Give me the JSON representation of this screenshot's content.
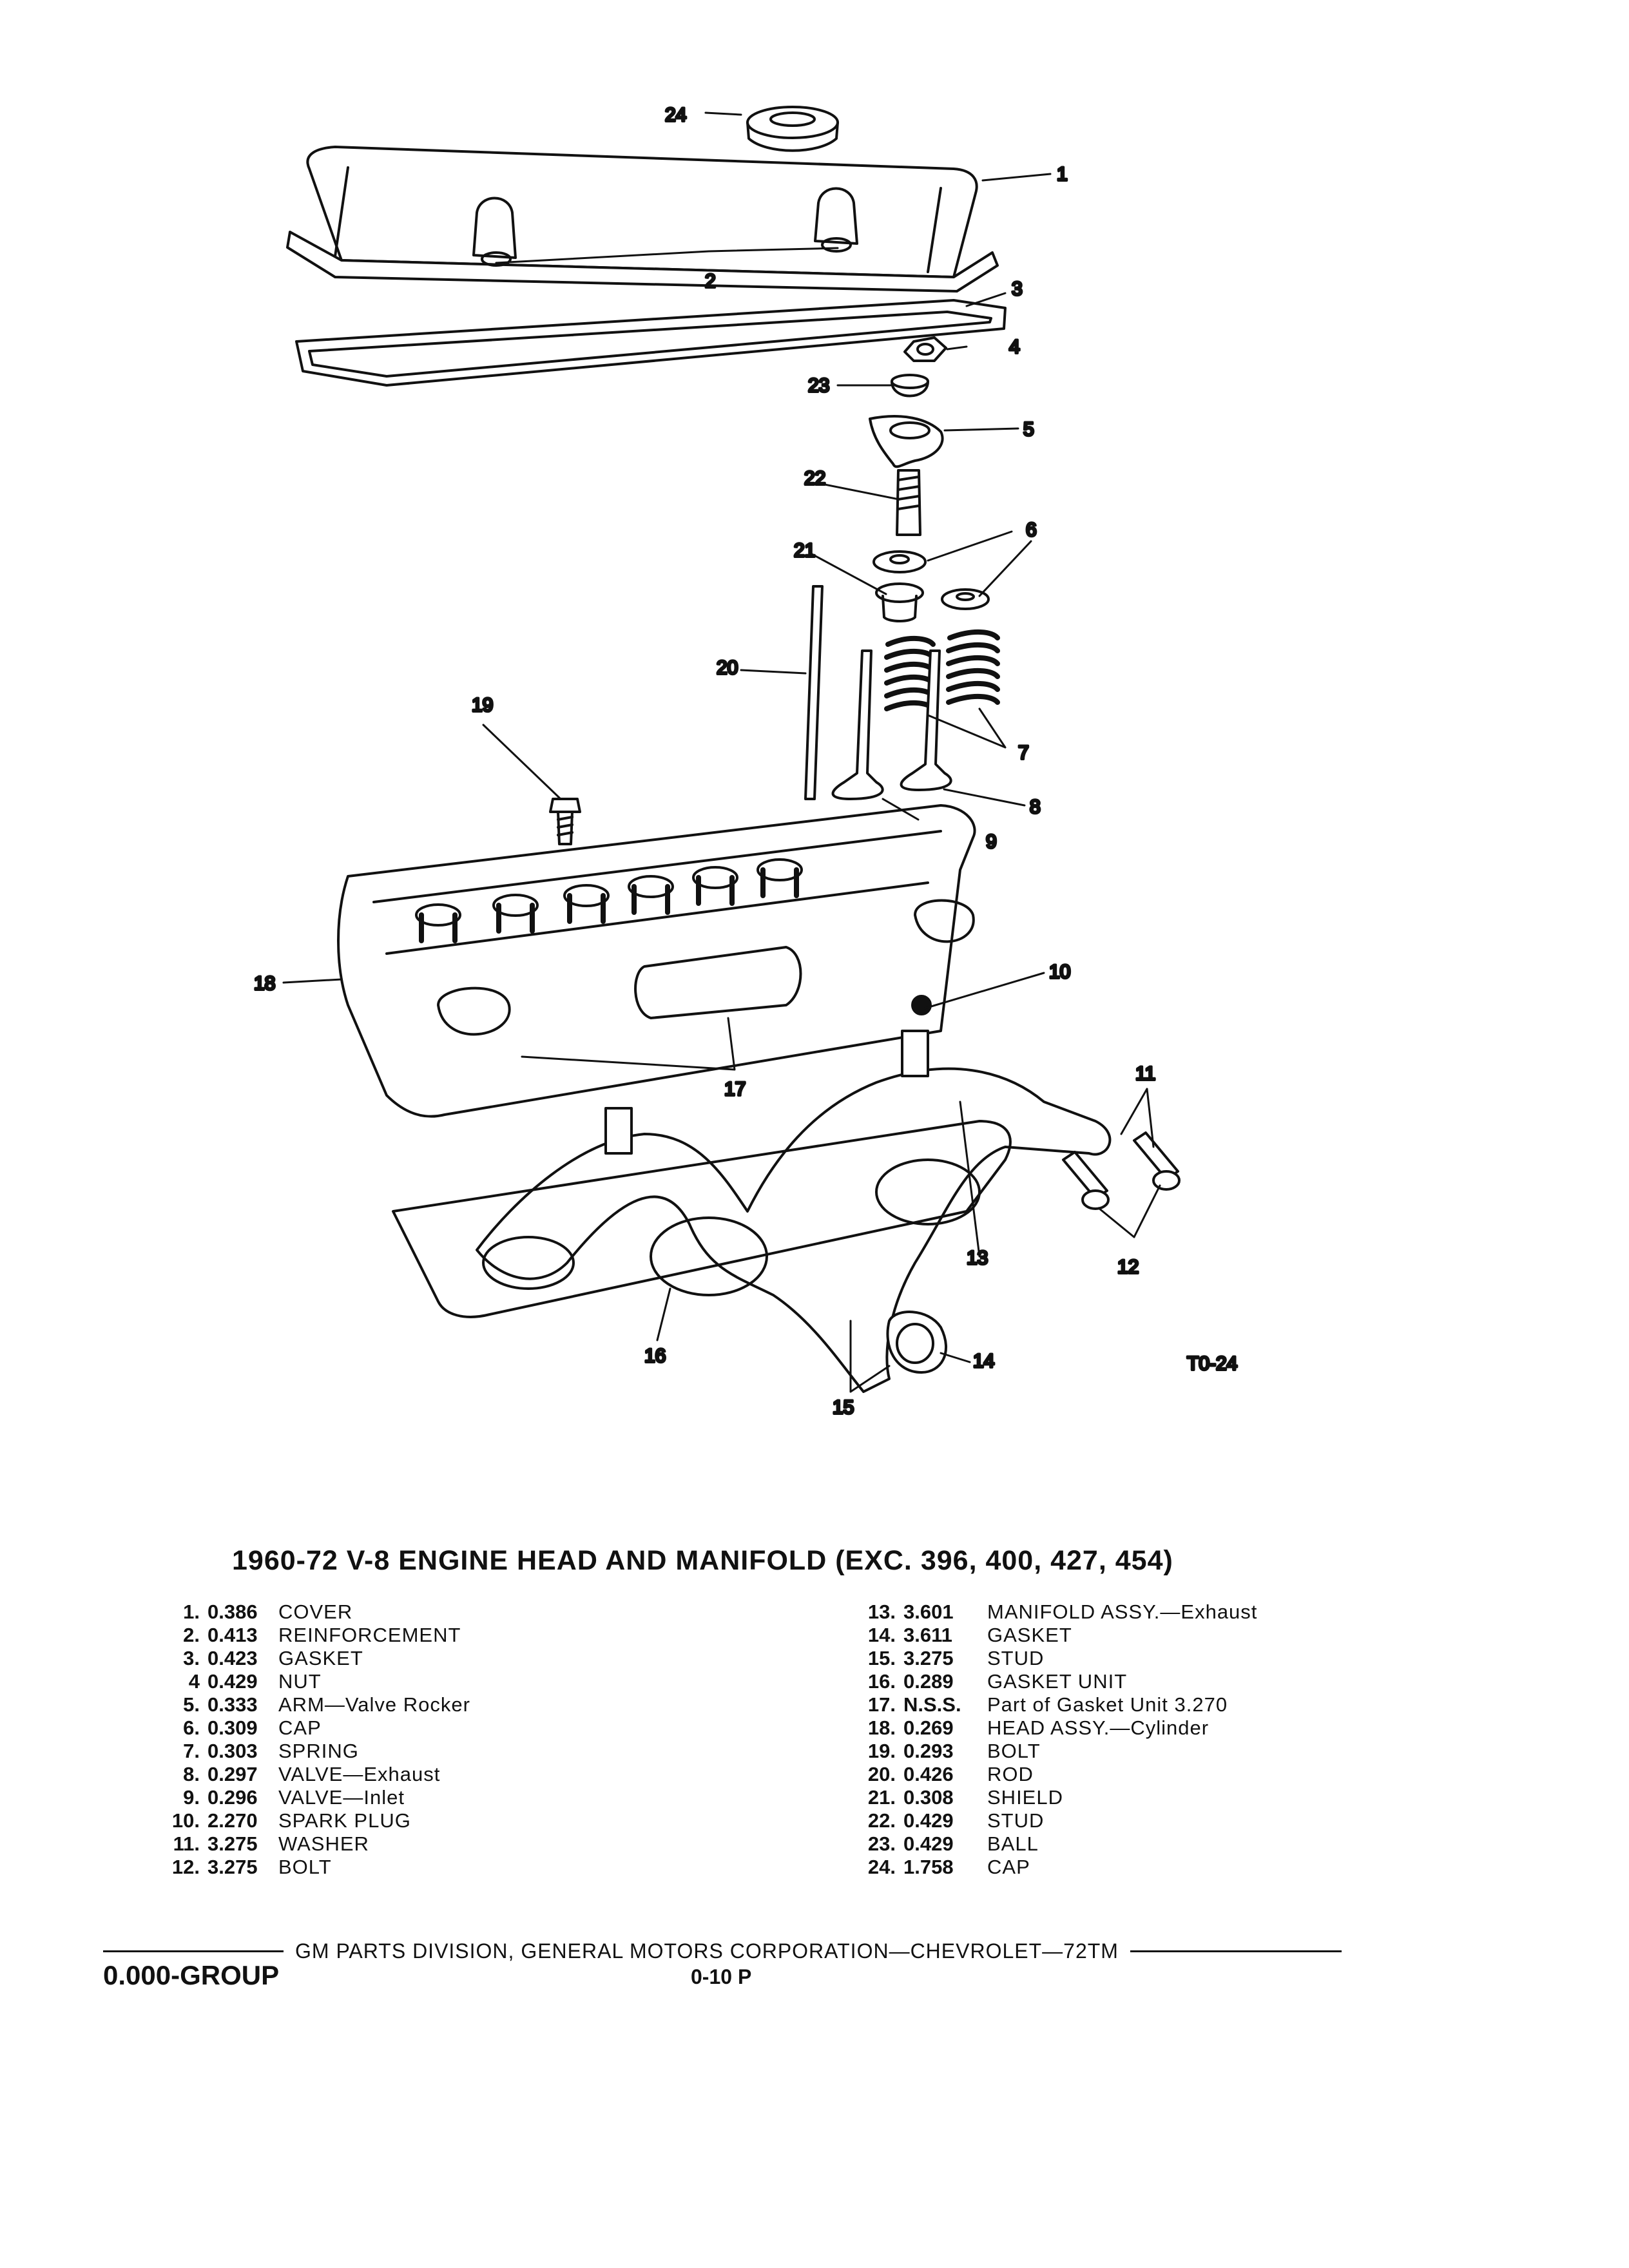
{
  "diagram": {
    "drawing_code": "T0-24",
    "callouts": [
      "1",
      "2",
      "3",
      "4",
      "5",
      "6",
      "7",
      "8",
      "9",
      "10",
      "11",
      "12",
      "13",
      "14",
      "15",
      "16",
      "17",
      "18",
      "19",
      "20",
      "21",
      "22",
      "23",
      "24"
    ]
  },
  "title": "1960-72 V-8 ENGINE HEAD AND MANIFOLD (EXC. 396, 400, 427, 454)",
  "parts_left": [
    {
      "num": "1.",
      "code": "0.386",
      "desc": "COVER"
    },
    {
      "num": "2.",
      "code": "0.413",
      "desc": "REINFORCEMENT"
    },
    {
      "num": "3.",
      "code": "0.423",
      "desc": "GASKET"
    },
    {
      "num": "4",
      "code": "0.429",
      "desc": "NUT"
    },
    {
      "num": "5.",
      "code": "0.333",
      "desc": "ARM—Valve Rocker"
    },
    {
      "num": "6.",
      "code": "0.309",
      "desc": "CAP"
    },
    {
      "num": "7.",
      "code": "0.303",
      "desc": "SPRING"
    },
    {
      "num": "8.",
      "code": "0.297",
      "desc": "VALVE—Exhaust"
    },
    {
      "num": "9.",
      "code": "0.296",
      "desc": "VALVE—Inlet"
    },
    {
      "num": "10.",
      "code": "2.270",
      "desc": "SPARK PLUG"
    },
    {
      "num": "11.",
      "code": "3.275",
      "desc": "WASHER"
    },
    {
      "num": "12.",
      "code": "3.275",
      "desc": "BOLT"
    }
  ],
  "parts_right": [
    {
      "num": "13.",
      "code": "3.601",
      "desc": "MANIFOLD ASSY.—Exhaust"
    },
    {
      "num": "14.",
      "code": "3.611",
      "desc": "GASKET"
    },
    {
      "num": "15.",
      "code": "3.275",
      "desc": "STUD"
    },
    {
      "num": "16.",
      "code": "0.289",
      "desc": "GASKET UNIT"
    },
    {
      "num": "17.",
      "code": "N.S.S.",
      "desc": "Part of Gasket Unit 3.270"
    },
    {
      "num": "18.",
      "code": "0.269",
      "desc": "HEAD ASSY.—Cylinder"
    },
    {
      "num": "19.",
      "code": "0.293",
      "desc": "BOLT"
    },
    {
      "num": "20.",
      "code": "0.426",
      "desc": "ROD"
    },
    {
      "num": "21.",
      "code": "0.308",
      "desc": "SHIELD"
    },
    {
      "num": "22.",
      "code": "0.429",
      "desc": "STUD"
    },
    {
      "num": "23.",
      "code": "0.429",
      "desc": "BALL"
    },
    {
      "num": "24.",
      "code": "1.758",
      "desc": "CAP"
    }
  ],
  "footer": {
    "text": "GM PARTS DIVISION, GENERAL MOTORS CORPORATION—CHEVROLET—72TM",
    "group": "0.000-GROUP",
    "page": "0-10  P"
  }
}
